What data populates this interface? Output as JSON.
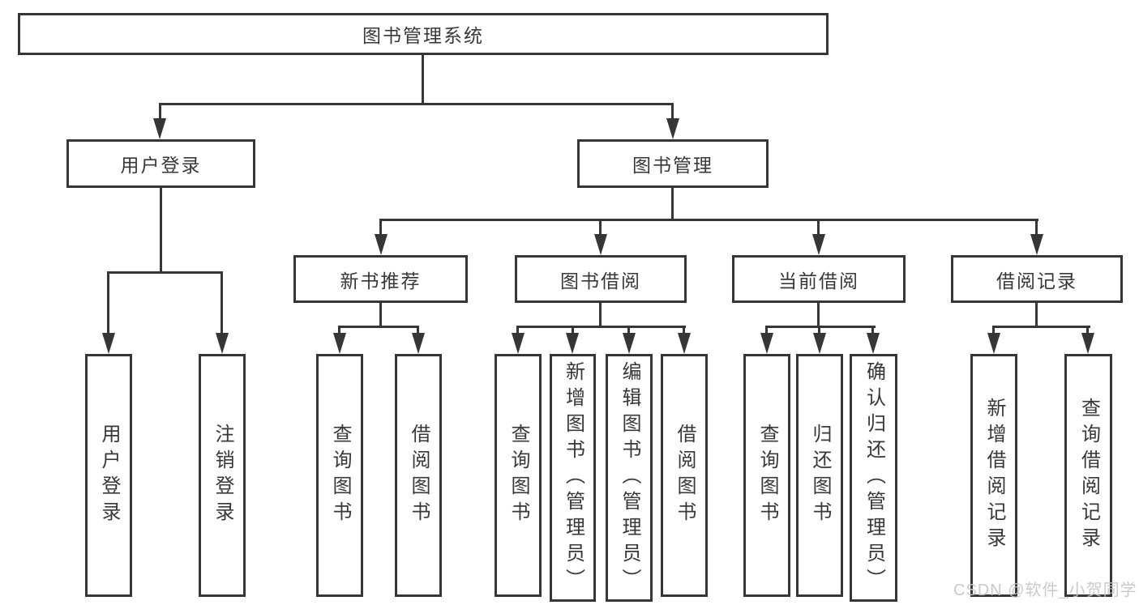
{
  "tree": {
    "label": "图书管理系统",
    "children": [
      {
        "label": "用户登录",
        "children": [
          {
            "label": "用户登录"
          },
          {
            "label": "注销登录"
          }
        ]
      },
      {
        "label": "图书管理",
        "children": [
          {
            "label": "新书推荐",
            "children": [
              {
                "label": "查询图书"
              },
              {
                "label": "借阅图书"
              }
            ]
          },
          {
            "label": "图书借阅",
            "children": [
              {
                "label": "查询图书"
              },
              {
                "label": "新增图书（管理员）"
              },
              {
                "label": "编辑图书（管理员）"
              },
              {
                "label": "借阅图书"
              }
            ]
          },
          {
            "label": "当前借阅",
            "children": [
              {
                "label": "查询图书"
              },
              {
                "label": "归还图书"
              },
              {
                "label": "确认归还（管理员）"
              }
            ]
          },
          {
            "label": "借阅记录",
            "children": [
              {
                "label": "新增借阅记录"
              },
              {
                "label": "查询借阅记录"
              }
            ]
          }
        ]
      }
    ]
  },
  "watermark": {
    "text": "CSDN @软件_小贺同学"
  },
  "colors": {
    "line": "#363636",
    "text": "#383838",
    "watermark": "#c6c6c6",
    "background": "#ffffff"
  }
}
